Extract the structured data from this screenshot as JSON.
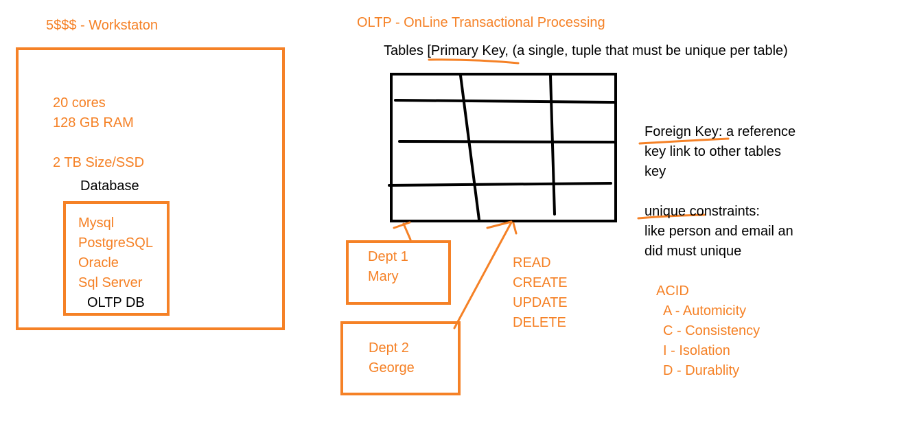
{
  "colors": {
    "accent": "#f58126",
    "ink": "#000000",
    "background": "#ffffff"
  },
  "workstation": {
    "title": "5$$$ - Workstaton",
    "specs": [
      "20 cores",
      "128 GB RAM",
      "2 TB Size/SSD"
    ],
    "database_label": "Database",
    "databases": [
      "Mysql",
      "PostgreSQL",
      "Oracle",
      "Sql Server"
    ],
    "db_box_label": "OLTP DB"
  },
  "oltp": {
    "title": "OLTP - OnLine Transactional Processing",
    "tables_line": "Tables [Primary Key, (a single, tuple that must be unique per table)",
    "foreign_key": {
      "term": "Foreign Key",
      "rest": ": a reference",
      "lines": [
        "key link to other tables",
        "key"
      ]
    },
    "unique": {
      "term": "unique",
      "rest": " constraints:",
      "lines": [
        "like person and email an",
        "did must unique"
      ]
    },
    "operations": [
      "READ",
      "CREATE",
      "UPDATE",
      "DELETE"
    ],
    "depts": [
      {
        "name": "Dept 1",
        "person": "Mary"
      },
      {
        "name": "Dept 2",
        "person": "George"
      }
    ],
    "acid": {
      "title": "ACID",
      "items": [
        "A - Automicity",
        "C - Consistency",
        "I - Isolation",
        "D - Durablity"
      ]
    }
  }
}
